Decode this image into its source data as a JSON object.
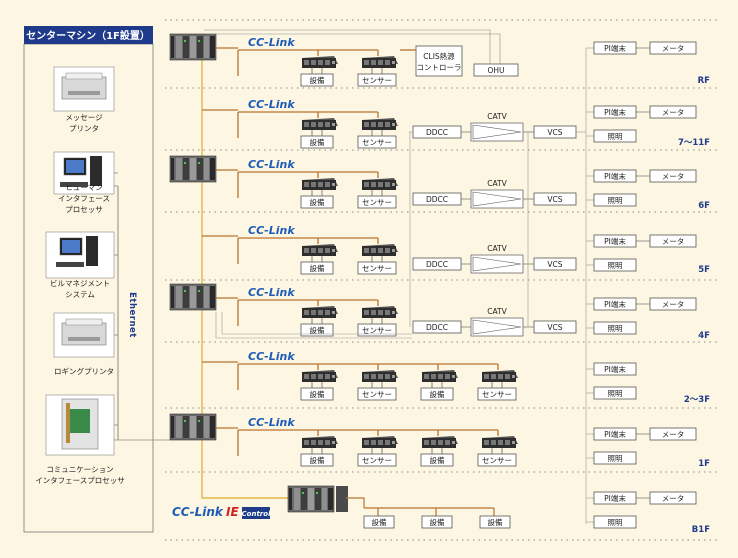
{
  "center": {
    "title": "センターマシン（1F設置）",
    "ethernet": "Ethernet",
    "items": [
      {
        "id": "msg",
        "lines": [
          "メッセージ",
          "プリンタ"
        ],
        "icon": "printer-icon"
      },
      {
        "id": "hmi",
        "lines": [
          "ヒューマン",
          "インタフェース",
          "プロセッサ"
        ],
        "icon": "workstation-icon"
      },
      {
        "id": "bms",
        "lines": [
          "ビルマネジメント",
          "システム"
        ],
        "icon": "workstation-icon"
      },
      {
        "id": "log",
        "lines": [
          "ロギングプリンタ"
        ],
        "icon": "printer-icon"
      },
      {
        "id": "cip",
        "lines": [
          "コミュニケーション",
          "インタフェースプロセッサ"
        ],
        "icon": "server-rack-icon"
      }
    ]
  },
  "labels": {
    "setsubi": "設備",
    "sensor": "センサー",
    "clis": [
      "CLIS熱源",
      "コントローラ"
    ],
    "ohu": "OHU",
    "ddcc": "DDCC",
    "catv": "CATV",
    "vcs": "VCS",
    "pi": "PI端末",
    "meter": "メータ",
    "light": "照明"
  },
  "brand": {
    "cclink": "CC-Link",
    "cclink_ie_a": "CC-Link",
    "cclink_ie_b": "IE",
    "cclink_ie_c": "Control"
  },
  "floors": [
    {
      "name": "RF"
    },
    {
      "name": "7～11F"
    },
    {
      "name": "6F"
    },
    {
      "name": "5F"
    },
    {
      "name": "4F"
    },
    {
      "name": "2～3F"
    },
    {
      "name": "1F"
    },
    {
      "name": "B1F"
    }
  ],
  "colors": {
    "cclink_bus": "#b8742e",
    "ie_bus": "#e0b84a",
    "ethernet": "#8a8a8a",
    "title_bg": "#1f3a8a",
    "floor_label": "#1f3a8a",
    "cclink_text": "#1e5cb8",
    "ie_red": "#d42020"
  }
}
